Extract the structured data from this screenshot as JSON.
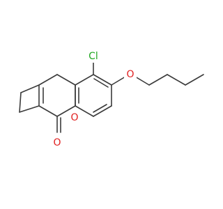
{
  "molecule": {
    "atoms": [
      {
        "id": "Cl",
        "label": "Cl",
        "color": "#22a722"
      },
      {
        "id": "O_ether",
        "label": "O",
        "color": "#e02020"
      },
      {
        "id": "O_ring",
        "label": "O",
        "color": "#e02020"
      },
      {
        "id": "O_carbonyl",
        "label": "O",
        "color": "#e02020"
      }
    ],
    "bond_color": "#3a3a3a"
  }
}
